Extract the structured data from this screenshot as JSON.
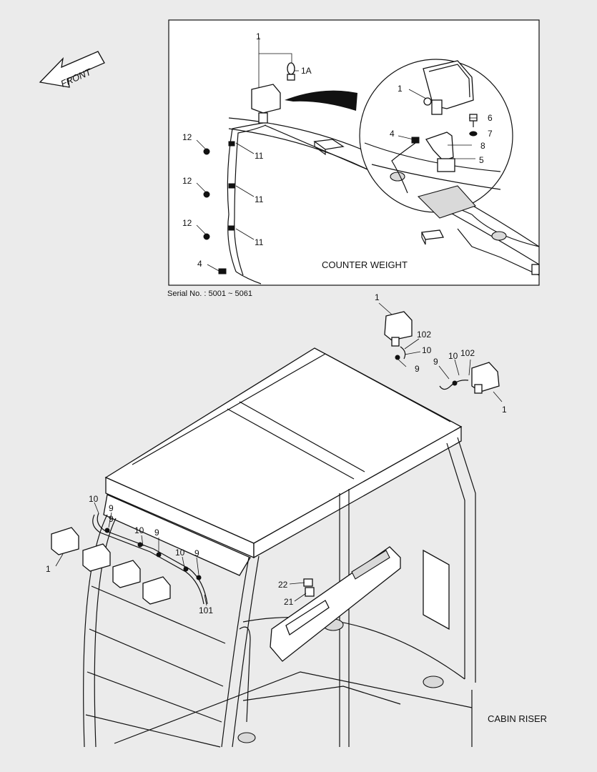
{
  "orientation_label": "FRONT",
  "serial_note": "Serial No. : 5001 ~ 5061",
  "inset": {
    "caption": "COUNTER WEIGHT",
    "callouts": [
      "1",
      "1A",
      "1",
      "6",
      "4",
      "7",
      "8",
      "5",
      "12",
      "11",
      "12",
      "11",
      "12",
      "11",
      "4"
    ]
  },
  "main": {
    "caption": "CABIN RISER",
    "callouts": [
      "1",
      "102",
      "10",
      "9",
      "9",
      "10",
      "102",
      "1",
      "10",
      "9",
      "9",
      "10",
      "9",
      "10",
      "9",
      "1",
      "101",
      "22",
      "21"
    ]
  },
  "icons": [
    "front-arrow-icon",
    "work-lamp-icon",
    "bulb-icon",
    "bolt-icon",
    "nut-icon",
    "bracket-icon",
    "connector-icon",
    "harness-clip-icon",
    "switch-icon"
  ]
}
